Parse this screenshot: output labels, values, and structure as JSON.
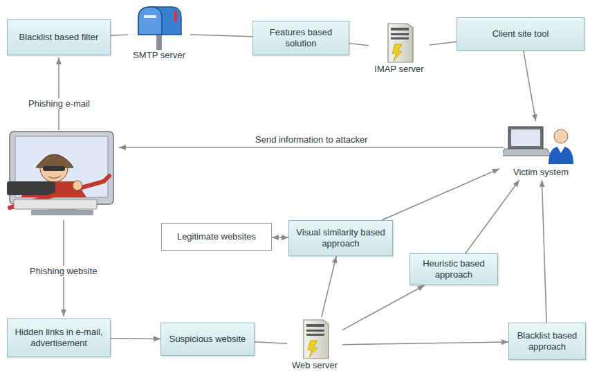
{
  "diagram": {
    "nodes": [
      {
        "text": [
          "Blacklist based filter"
        ]
      },
      {
        "text": [
          "SMTP server"
        ]
      },
      {
        "text": [
          "Features based solution"
        ]
      },
      {
        "text": [
          "IMAP server"
        ]
      },
      {
        "text": [
          "Client site tool"
        ]
      },
      {
        "text": [
          "Victim system"
        ]
      },
      {
        "text": [
          "Legitimate websites"
        ]
      },
      {
        "text": [
          "Visual similarity based approach"
        ]
      },
      {
        "text": [
          "Heuristic based approach"
        ]
      },
      {
        "text": [
          "Hidden links in e-mail, advertisement"
        ]
      },
      {
        "text": [
          "Suspicious website"
        ]
      },
      {
        "text": [
          "Web server"
        ]
      },
      {
        "text": [
          "Blacklist based approach"
        ]
      }
    ],
    "edges": [
      {
        "from": 0,
        "to": 1,
        "arrow": "none"
      },
      {
        "from": 1,
        "to": 2,
        "arrow": "none"
      },
      {
        "from": 2,
        "to": 3,
        "arrow": "none"
      },
      {
        "from": 3,
        "to": 4,
        "arrow": "none"
      },
      {
        "from": 4,
        "to": 5,
        "arrow": "to"
      },
      {
        "from": 6,
        "to": 7,
        "arrow": "both"
      },
      {
        "from": 7,
        "to": 5,
        "arrow": "to"
      },
      {
        "from": 8,
        "to": 5,
        "arrow": "to"
      },
      {
        "from": 12,
        "to": 5,
        "arrow": "to"
      },
      {
        "from": 9,
        "to": 10,
        "arrow": "to"
      },
      {
        "from": 10,
        "to": 11,
        "arrow": "none"
      },
      {
        "from": 11,
        "to": 7,
        "arrow": "to"
      },
      {
        "from": 11,
        "to": 8,
        "arrow": "to"
      },
      {
        "from": 11,
        "to": 12,
        "arrow": "to"
      }
    ],
    "labels": [
      "Phishing e-mail",
      "Send information to attacker",
      "Phishing website"
    ]
  }
}
